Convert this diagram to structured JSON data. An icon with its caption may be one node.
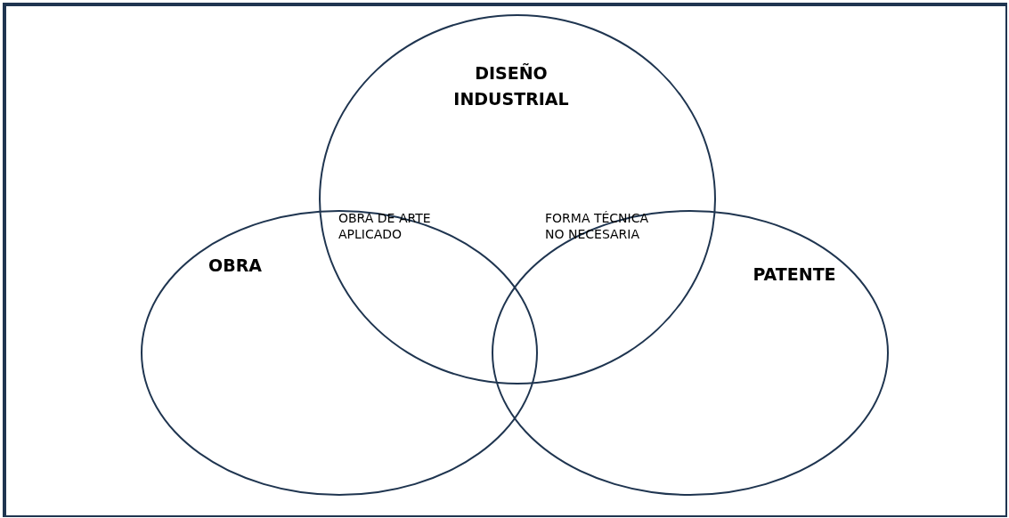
{
  "diagram": {
    "nodes": [
      {
        "text": [
          "OBRA"
        ]
      },
      {
        "text": [
          "DISEÑO INDUSTRIAL"
        ]
      },
      {
        "text": [
          "PATENTE"
        ]
      }
    ],
    "edges": [],
    "labels": [
      "OBRA DE ARTE APLICADO",
      "FORMA TÉCNICA NO NECESARIA"
    ]
  }
}
